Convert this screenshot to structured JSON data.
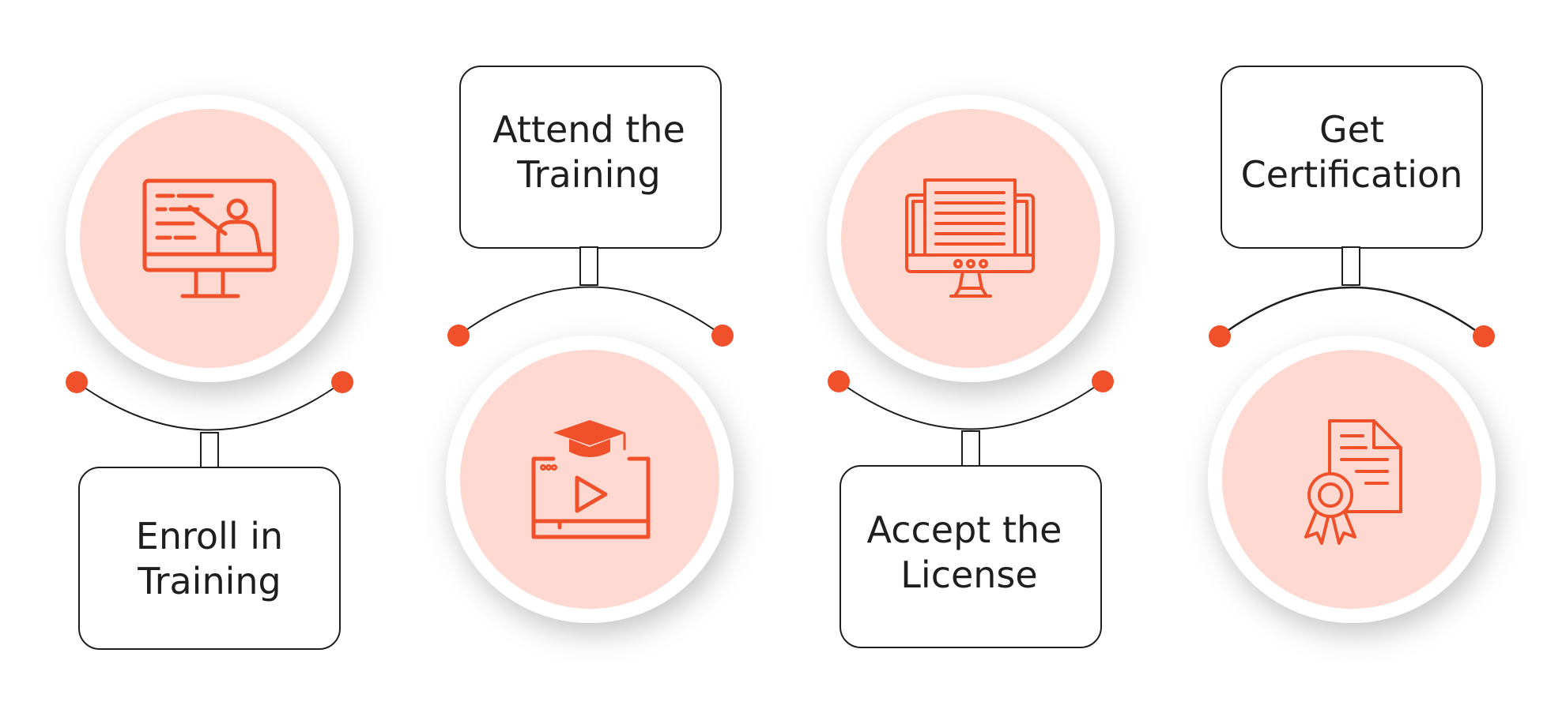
{
  "colors": {
    "accent": "#f0502a",
    "circle_fill": "#fdd9d2",
    "stroke": "#1e1e1e",
    "background": "#ffffff"
  },
  "steps": [
    {
      "label_line1": "Enroll in",
      "label_line2": "Training",
      "icon": "online-training-monitor-icon"
    },
    {
      "label_line1": "Attend the",
      "label_line2": "Training",
      "icon": "graduation-cap-video-icon"
    },
    {
      "label_line1": "Accept the",
      "label_line2": "License",
      "icon": "document-monitor-icon"
    },
    {
      "label_line1": "Get",
      "label_line2": "Certification",
      "icon": "certificate-icon"
    }
  ]
}
